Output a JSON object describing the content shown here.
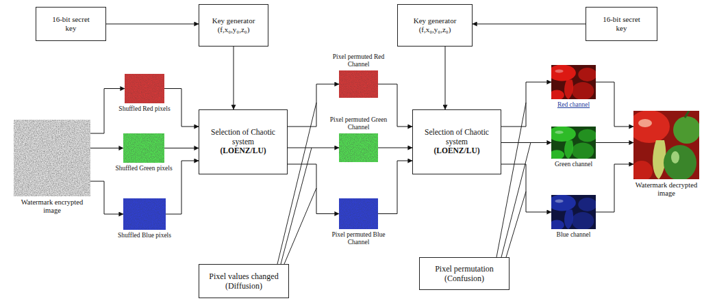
{
  "diagram": {
    "nodes": [
      {
        "text": [
          "16-bit secret key"
        ]
      },
      {
        "text": [
          "Key generator",
          "(f,x₀,y₀,z₀)"
        ]
      },
      {
        "text": [
          "Key generator",
          "(f,x₀,y₀,z₀)"
        ]
      },
      {
        "text": [
          "16-bit secret key"
        ]
      },
      {
        "text": [
          "Watermark encrypted image"
        ]
      },
      {
        "text": [
          "Shuffled Red pixels"
        ]
      },
      {
        "text": [
          "Shuffled Green pixels"
        ]
      },
      {
        "text": [
          "Shuffled Blue pixels"
        ]
      },
      {
        "text": [
          "Selection of Chaotic system",
          "(LOENZ/LU)"
        ]
      },
      {
        "text": [
          "Pixel permuted Red Channel"
        ]
      },
      {
        "text": [
          "Pixel permuted Green Channel"
        ]
      },
      {
        "text": [
          "Pixel permuted Blue Channel"
        ]
      },
      {
        "text": [
          "Selection of Chaotic system",
          "(LOENZ/LU)"
        ]
      },
      {
        "text": [
          "Red channel"
        ]
      },
      {
        "text": [
          "Green channel"
        ]
      },
      {
        "text": [
          "Blue channel"
        ]
      },
      {
        "text": [
          "Watermark decrypted image"
        ]
      },
      {
        "text": [
          "Pixel values changed (Diffusion)"
        ]
      },
      {
        "text": [
          "Pixel permutation (Confusion)"
        ]
      }
    ],
    "edges": [
      {
        "from": 0,
        "to": 1,
        "arrow": "to"
      },
      {
        "from": 1,
        "to": 8,
        "arrow": "to"
      },
      {
        "from": 3,
        "to": 2,
        "arrow": "to"
      },
      {
        "from": 2,
        "to": 12,
        "arrow": "to"
      },
      {
        "from": 4,
        "to": 5,
        "arrow": "to"
      },
      {
        "from": 4,
        "to": 6,
        "arrow": "to"
      },
      {
        "from": 4,
        "to": 7,
        "arrow": "to"
      },
      {
        "from": 5,
        "to": 8,
        "arrow": "to"
      },
      {
        "from": 6,
        "to": 8,
        "arrow": "to"
      },
      {
        "from": 7,
        "to": 8,
        "arrow": "to"
      },
      {
        "from": 8,
        "to": 9,
        "arrow": "to"
      },
      {
        "from": 8,
        "to": 10,
        "arrow": "to"
      },
      {
        "from": 8,
        "to": 11,
        "arrow": "to"
      },
      {
        "from": 9,
        "to": 12,
        "arrow": "to"
      },
      {
        "from": 10,
        "to": 12,
        "arrow": "to"
      },
      {
        "from": 11,
        "to": 12,
        "arrow": "to"
      },
      {
        "from": 12,
        "to": 13,
        "arrow": "to"
      },
      {
        "from": 12,
        "to": 14,
        "arrow": "to"
      },
      {
        "from": 12,
        "to": 15,
        "arrow": "to"
      },
      {
        "from": 13,
        "to": 16,
        "arrow": "to"
      },
      {
        "from": 14,
        "to": 16,
        "arrow": "to"
      },
      {
        "from": 15,
        "to": 16,
        "arrow": "to"
      }
    ]
  }
}
